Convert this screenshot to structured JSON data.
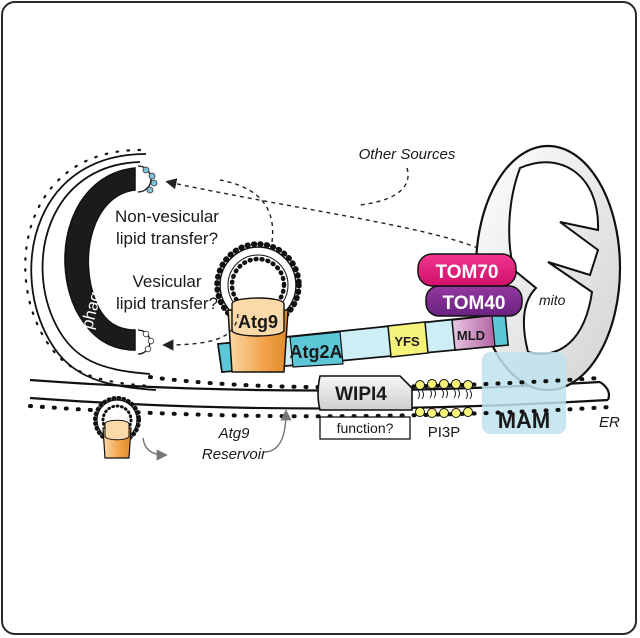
{
  "labels": {
    "other_sources": "Other Sources",
    "non_vesicular": [
      "Non-vesicular",
      "lipid transfer?"
    ],
    "vesicular": [
      "Vesicular",
      "lipid transfer?"
    ],
    "phagophore": "phagophore",
    "atg9": "Atg9",
    "atg2a": "Atg2A",
    "yfs": "YFS",
    "mld": "MLD",
    "tom70": "TOM70",
    "tom40": "TOM40",
    "mito": "mito",
    "wipi4": "WIPI4",
    "function": "function?",
    "pi3p": "PI3P",
    "mam": "MAM",
    "er": "ER",
    "atg9_reservoir": [
      "Atg9",
      "Reservoir"
    ]
  },
  "colors": {
    "atg2a_cyan": "#5cc7d6",
    "atg2a_light": "#cdeef4",
    "yfs_yellow": "#f6f37a",
    "mld_purple": "#b65aa8",
    "tom70_pink": "#e6167a",
    "tom40_purple": "#7a2a8e",
    "atg9_orange": "#f2a24a",
    "mam_blue": "#bfe3ee",
    "phagophore_black": "#1b1b1b"
  }
}
